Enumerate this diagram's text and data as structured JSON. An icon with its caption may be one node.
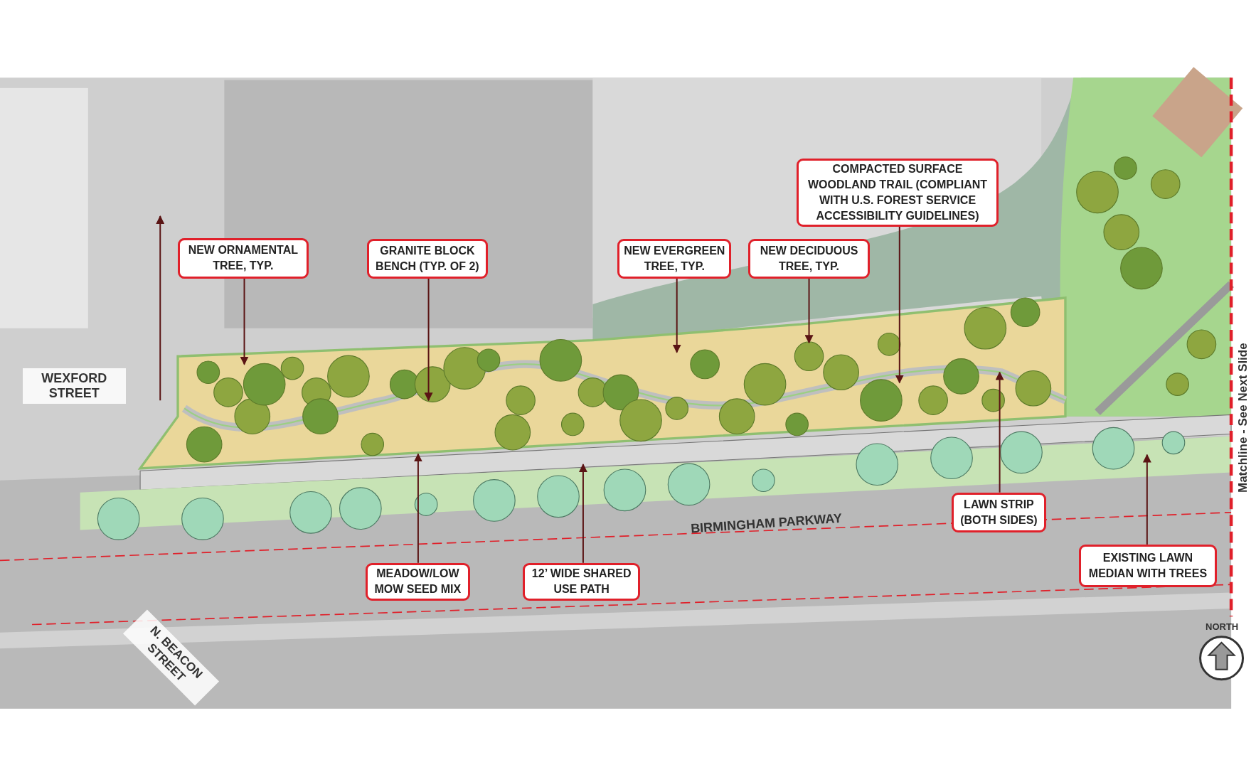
{
  "diagram": {
    "nodes": [
      {
        "text": [
          "COMPACTED SURFACE WOODLAND TRAIL (COMPLIANT WITH U.S. FOREST SERVICE ACCESSIBILITY GUIDELINES)"
        ]
      },
      {
        "text": [
          "NEW ORNAMENTAL TREE, TYP."
        ]
      },
      {
        "text": [
          "GRANITE BLOCK BENCH (TYP. OF 2)"
        ]
      },
      {
        "text": [
          "NEW EVERGREEN TREE, TYP."
        ]
      },
      {
        "text": [
          "NEW DECIDUOUS TREE, TYP."
        ]
      },
      {
        "text": [
          "LAWN STRIP (BOTH SIDES)"
        ]
      },
      {
        "text": [
          "EXISTING LAWN MEDIAN WITH TREES"
        ]
      },
      {
        "text": [
          "MEADOW/LOW MOW SEED MIX"
        ]
      },
      {
        "text": [
          "12’ WIDE SHARED USE PATH"
        ]
      }
    ],
    "edges": [
      {
        "from": 0,
        "to": null,
        "arrow": "to"
      },
      {
        "from": 1,
        "to": null,
        "arrow": "to"
      },
      {
        "from": 2,
        "to": null,
        "arrow": "to"
      },
      {
        "from": 3,
        "to": null,
        "arrow": "to"
      },
      {
        "from": 4,
        "to": null,
        "arrow": "to"
      },
      {
        "from": 5,
        "to": null,
        "arrow": "to"
      },
      {
        "from": 6,
        "to": null,
        "arrow": "to"
      },
      {
        "from": 7,
        "to": null,
        "arrow": "to"
      },
      {
        "from": 8,
        "to": null,
        "arrow": "to"
      }
    ],
    "labels": [
      "WEXFORD STREET",
      "BIRMINGHAM PARKWAY",
      "N. BEACON STREET",
      "Matchline - See Next Slide",
      "NORTH"
    ]
  }
}
